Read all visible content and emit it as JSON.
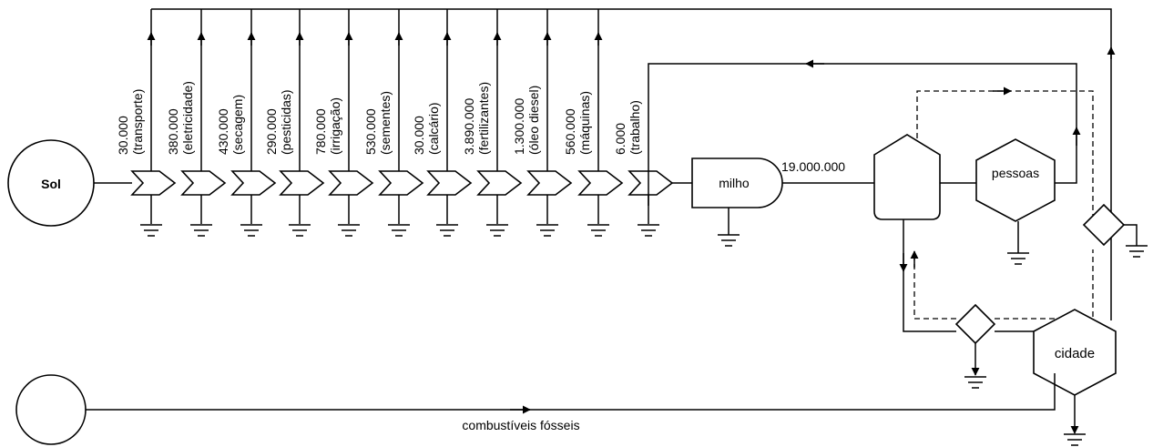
{
  "sources": {
    "sun_label": "Sol",
    "fossil_label": "combustíveis fósseis"
  },
  "inputs": [
    {
      "value": "30.000",
      "label": "(transporte)"
    },
    {
      "value": "380.000",
      "label": "(eletricidade)"
    },
    {
      "value": "430.000",
      "label": "(secagem)"
    },
    {
      "value": "290.000",
      "label": "(pesticidas)"
    },
    {
      "value": "780.000",
      "label": "(irrigação)"
    },
    {
      "value": "530.000",
      "label": "(sementes)"
    },
    {
      "value": "30.000",
      "label": "(calcário)"
    },
    {
      "value": "3.890.000",
      "label": "(fertilizantes)"
    },
    {
      "value": "1.300.000",
      "label": "(óleo diesel)"
    },
    {
      "value": "560.000",
      "label": "(máquinas)"
    },
    {
      "value": "6.000",
      "label": "(trabalho)"
    }
  ],
  "nodes": {
    "corn_label": "milho",
    "corn_output": "19.000.000",
    "people_label": "pessoas",
    "city_label": "cidade"
  }
}
